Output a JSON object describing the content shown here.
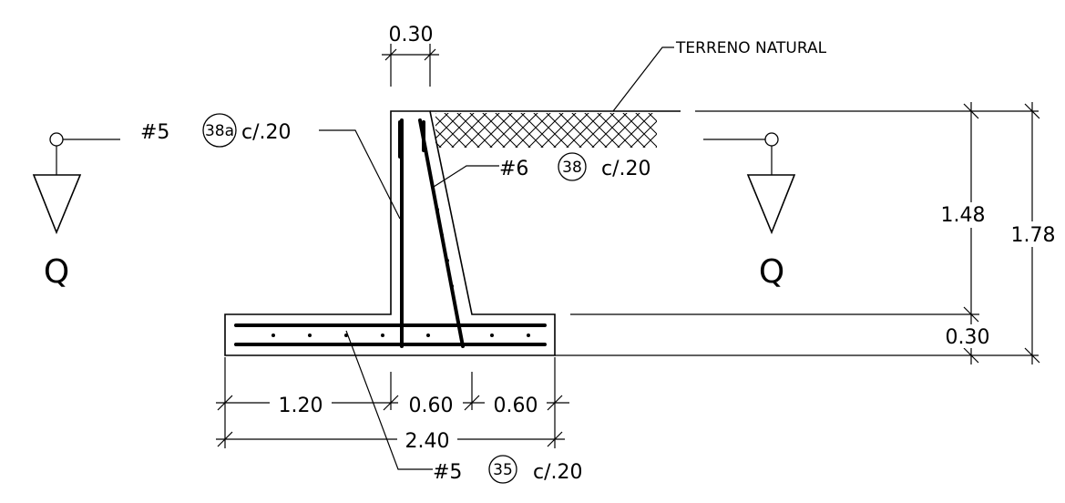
{
  "labels": {
    "stem_width": "0.30",
    "terrain": "TERRENO NATURAL",
    "rebar_a_size": "#5",
    "rebar_a_mark": "38a",
    "rebar_a_spacing": "c/.20",
    "rebar_b_size": "#6",
    "rebar_b_mark": "38",
    "rebar_b_spacing": "c/.20",
    "rebar_c_size": "#5",
    "rebar_c_mark": "35",
    "rebar_c_spacing": "c/.20",
    "section_left": "Q",
    "section_right": "Q"
  },
  "dimensions": {
    "heel": "1.20",
    "stem_base": "0.60",
    "toe": "0.60",
    "base_total": "2.40",
    "stem_height": "1.48",
    "total_height": "1.78",
    "footing_thickness": "0.30"
  }
}
